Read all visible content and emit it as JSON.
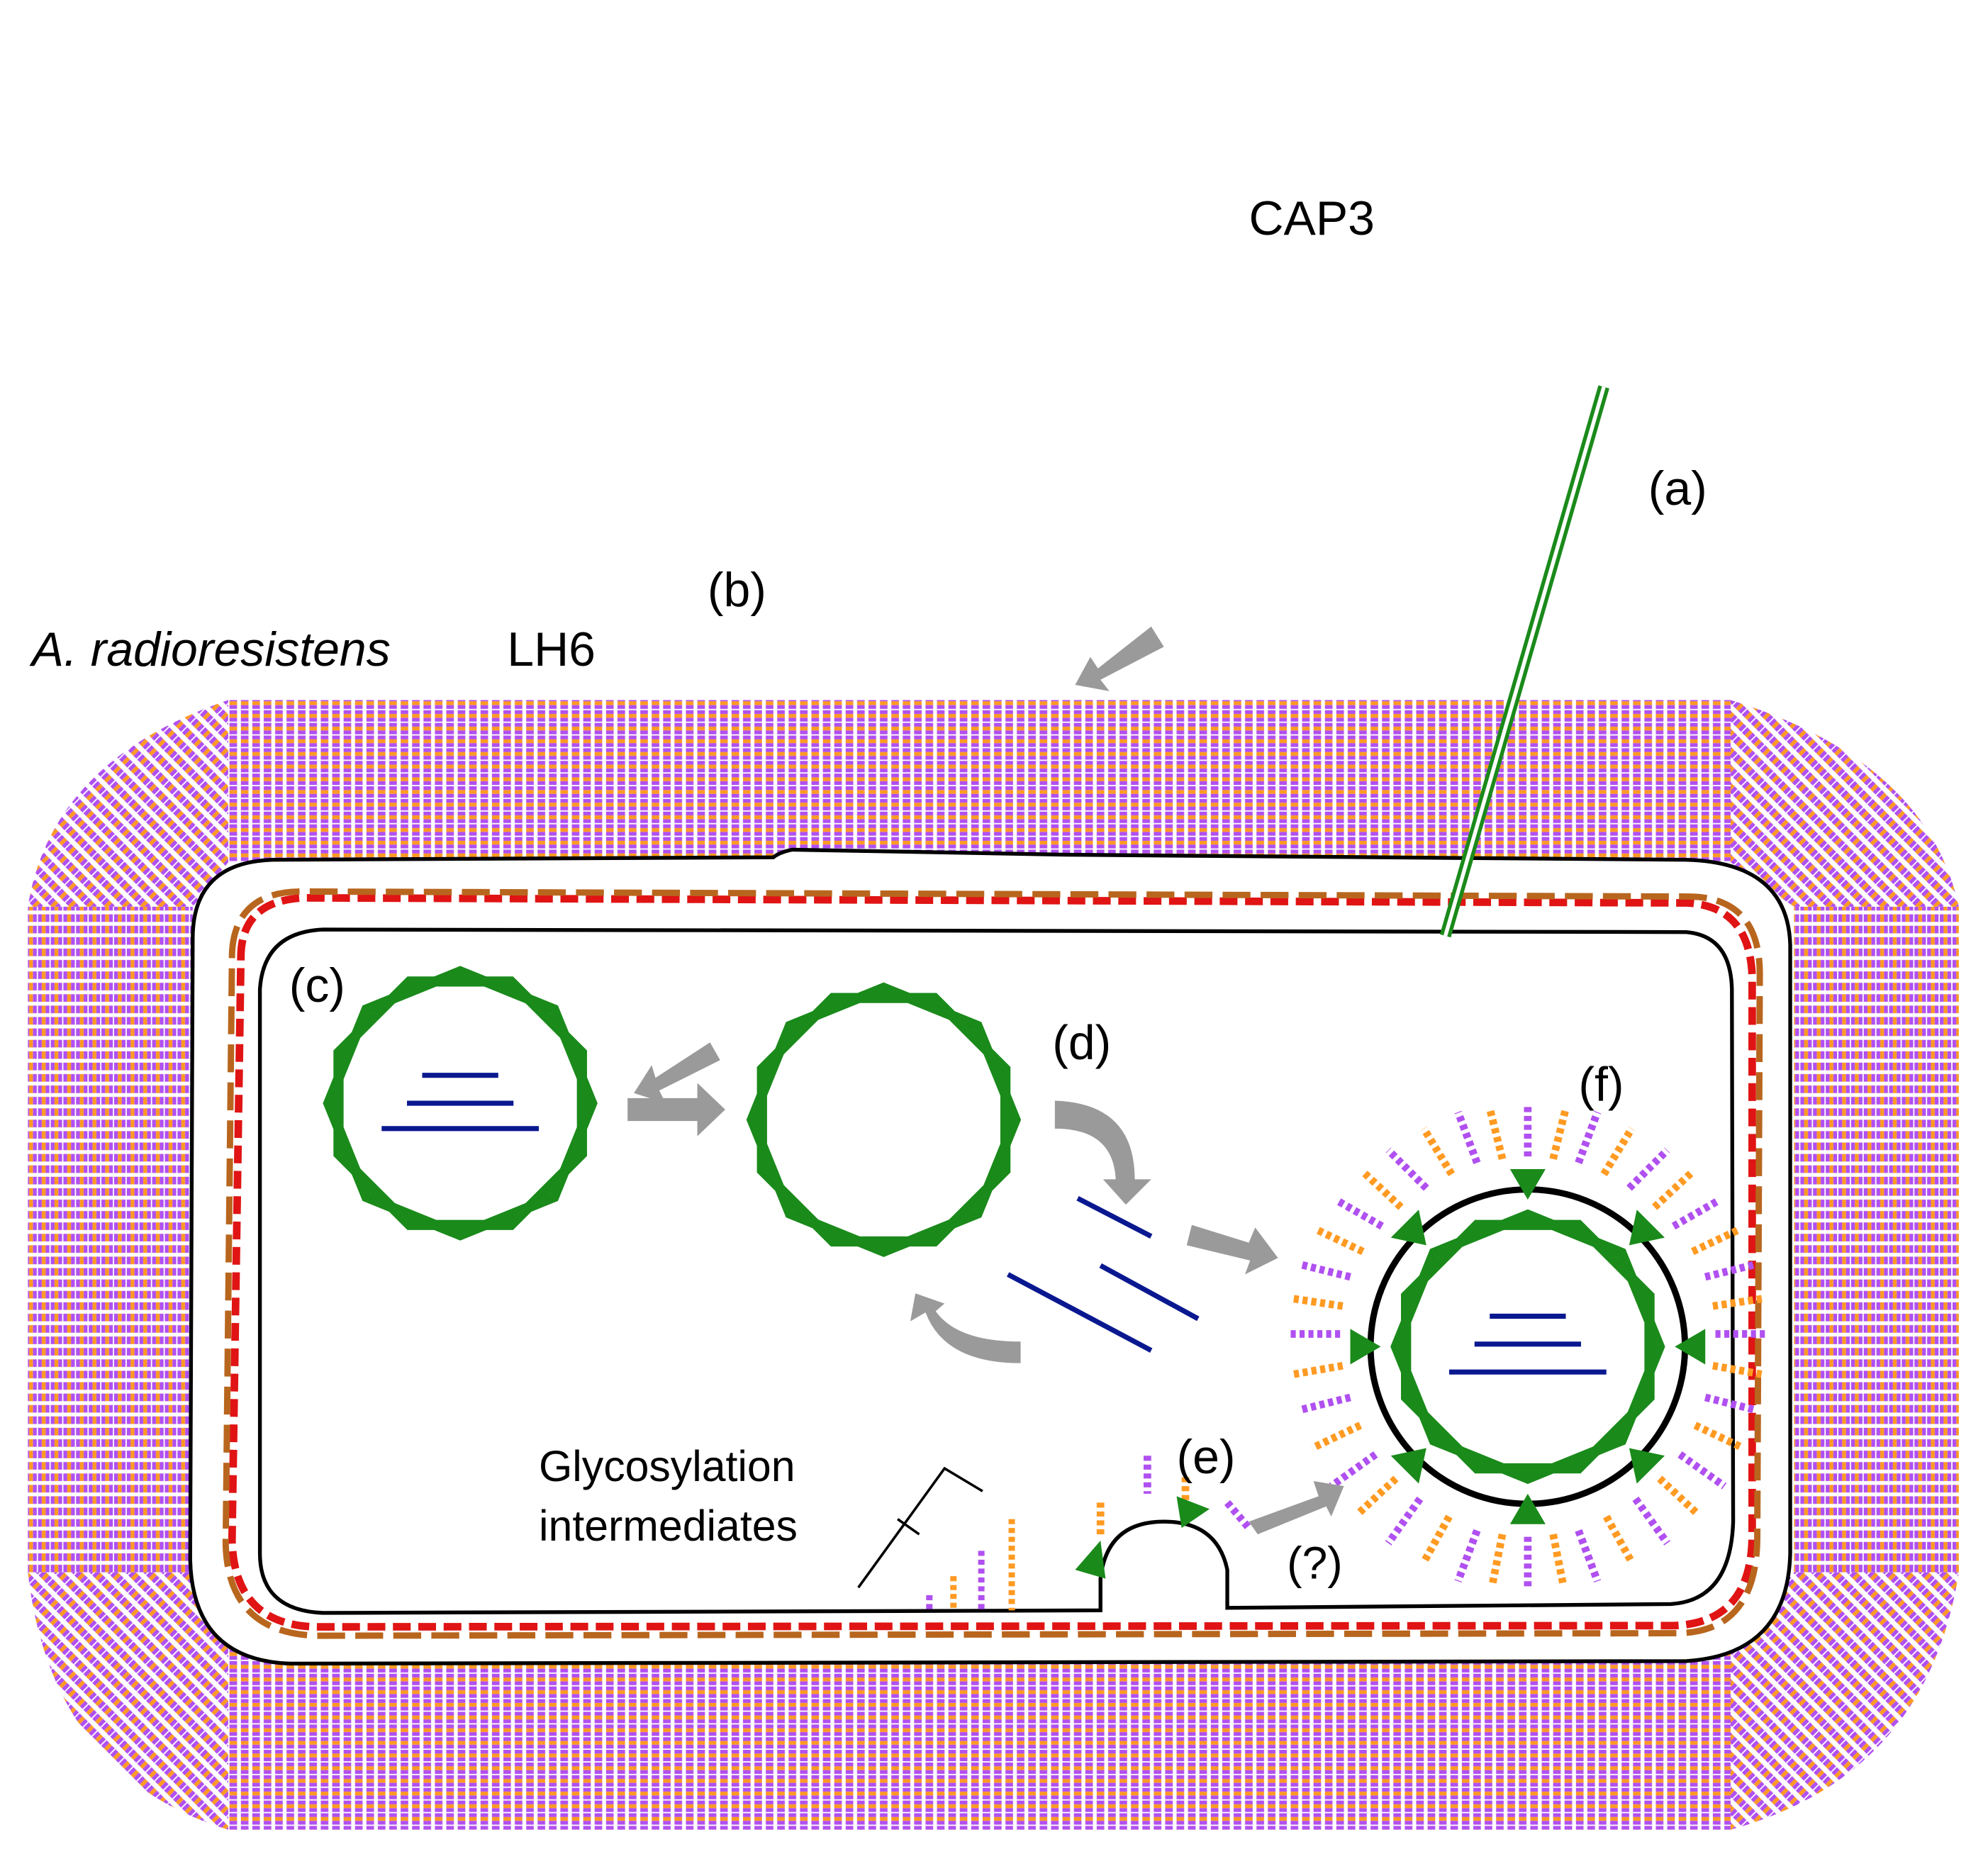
{
  "labels": {
    "organism_genus": "A. radioresistens",
    "organism_strain": "LH6",
    "phage": "CAP3",
    "step_a": "(a)",
    "step_b": "(b)",
    "step_c": "(c)",
    "step_d": "(d)",
    "step_e": "(e)",
    "step_f": "(f)",
    "uncertain": "(?)",
    "glyco_line1": "Glycosylation",
    "glyco_line2": "intermediates"
  },
  "colors": {
    "capsid": "#1a8a1a",
    "dna": "#0a1890",
    "membrane": "#000000",
    "orange": "#ff9a22",
    "purple": "#b050f0",
    "red": "#e01414",
    "brown": "#b8661e",
    "arrow": "#9a9a9a"
  }
}
